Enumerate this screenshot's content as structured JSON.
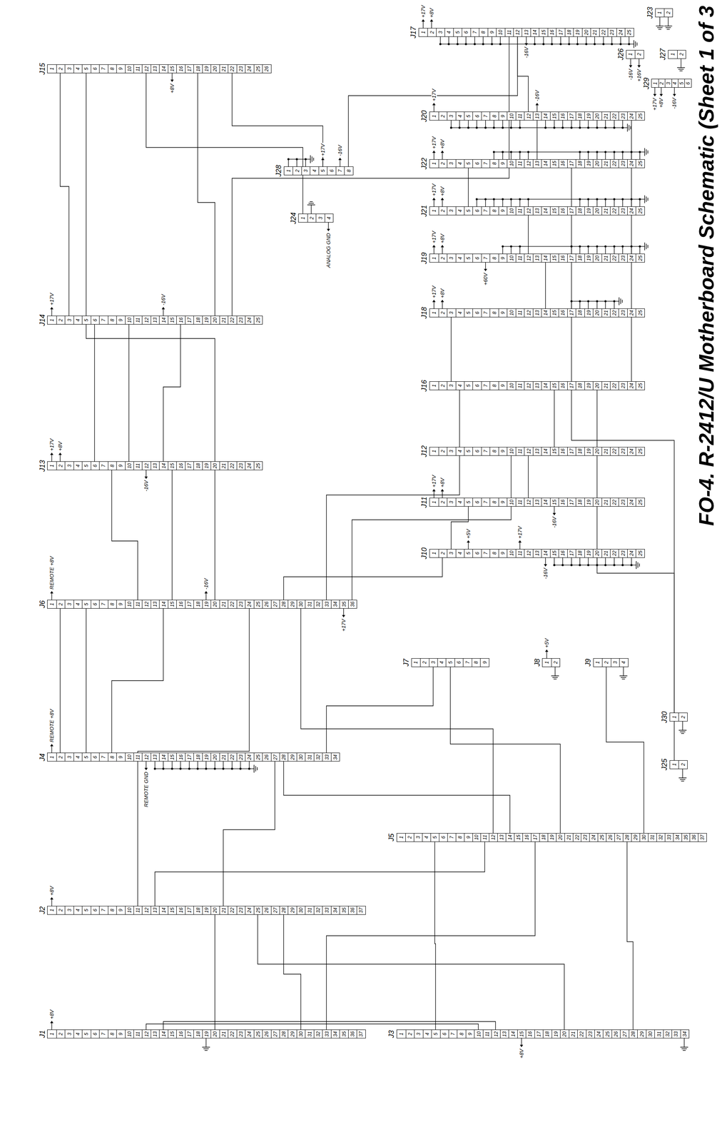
{
  "diagram": {
    "title": "FO-4. R-2412/U Motherboard Schematic (Sheet 1 of 3",
    "nodes": [
      {
        "text": [
          "J23",
          "1",
          "2"
        ]
      },
      {
        "text": [
          "J17",
          "1",
          "2",
          "3",
          "4",
          "5",
          "6",
          "7",
          "8",
          "9",
          "10",
          "11",
          "12",
          "13",
          "14",
          "15",
          "16",
          "17",
          "18",
          "19",
          "20",
          "21",
          "22",
          "23",
          "24",
          "25"
        ]
      },
      {
        "text": [
          "J26",
          "1",
          "2"
        ]
      },
      {
        "text": [
          "J27",
          "1",
          "2"
        ]
      },
      {
        "text": [
          "J15",
          "1",
          "2",
          "3",
          "4",
          "5",
          "6",
          "7",
          "8",
          "9",
          "10",
          "11",
          "12",
          "13",
          "14",
          "15",
          "16",
          "17",
          "18",
          "19",
          "20",
          "21",
          "22",
          "23",
          "24",
          "25",
          "26"
        ]
      },
      {
        "text": [
          "J29",
          "1",
          "2",
          "3",
          "4",
          "5",
          "6"
        ]
      },
      {
        "text": [
          "J20",
          "1",
          "2",
          "3",
          "4",
          "5",
          "6",
          "7",
          "8",
          "9",
          "10",
          "11",
          "12",
          "13",
          "14",
          "15",
          "16",
          "17",
          "18",
          "19",
          "20",
          "21",
          "22",
          "23",
          "24",
          "25"
        ]
      },
      {
        "text": [
          "J22",
          "1",
          "2",
          "3",
          "4",
          "5",
          "6",
          "7",
          "8",
          "9",
          "10",
          "11",
          "12",
          "13",
          "14",
          "15",
          "16",
          "17",
          "18",
          "19",
          "20",
          "21",
          "22",
          "23",
          "24",
          "25"
        ]
      },
      {
        "text": [
          "J28",
          "1",
          "2",
          "3",
          "4",
          "5",
          "6",
          "7",
          "8"
        ]
      },
      {
        "text": [
          "J21",
          "1",
          "2",
          "3",
          "4",
          "5",
          "6",
          "7",
          "8",
          "9",
          "10",
          "11",
          "12",
          "13",
          "14",
          "15",
          "16",
          "17",
          "18",
          "19",
          "20",
          "21",
          "22",
          "23",
          "24",
          "25"
        ]
      },
      {
        "text": [
          "J24",
          "1",
          "2",
          "3",
          "4"
        ]
      },
      {
        "text": [
          "J19",
          "1",
          "2",
          "3",
          "4",
          "5",
          "6",
          "7",
          "8",
          "9",
          "10",
          "11",
          "12",
          "13",
          "14",
          "15",
          "16",
          "17",
          "18",
          "19",
          "20",
          "21",
          "22",
          "23",
          "24",
          "25"
        ]
      },
      {
        "text": [
          "J18",
          "1",
          "2",
          "3",
          "4",
          "5",
          "6",
          "7",
          "8",
          "9",
          "10",
          "11",
          "12",
          "13",
          "14",
          "15",
          "16",
          "17",
          "18",
          "19",
          "20",
          "21",
          "22",
          "23",
          "24",
          "25"
        ]
      },
      {
        "text": [
          "J14",
          "1",
          "2",
          "3",
          "4",
          "5",
          "6",
          "7",
          "8",
          "9",
          "10",
          "11",
          "12",
          "13",
          "14",
          "15",
          "16",
          "17",
          "18",
          "19",
          "20",
          "21",
          "22",
          "23",
          "24",
          "25"
        ]
      },
      {
        "text": [
          "J16",
          "1",
          "2",
          "3",
          "4",
          "5",
          "6",
          "7",
          "8",
          "9",
          "10",
          "11",
          "12",
          "13",
          "14",
          "15",
          "16",
          "17",
          "18",
          "19",
          "20",
          "21",
          "22",
          "23",
          "24",
          "25"
        ]
      },
      {
        "text": [
          "J12",
          "1",
          "2",
          "3",
          "4",
          "5",
          "6",
          "7",
          "8",
          "9",
          "10",
          "11",
          "12",
          "13",
          "14",
          "15",
          "16",
          "17",
          "18",
          "19",
          "20",
          "21",
          "22",
          "23",
          "24",
          "25"
        ]
      },
      {
        "text": [
          "J13",
          "1",
          "2",
          "3",
          "4",
          "5",
          "6",
          "7",
          "8",
          "9",
          "10",
          "11",
          "12",
          "13",
          "14",
          "15",
          "16",
          "17",
          "18",
          "19",
          "20",
          "21",
          "22",
          "23",
          "24",
          "25"
        ]
      },
      {
        "text": [
          "J11",
          "1",
          "2",
          "3",
          "4",
          "5",
          "6",
          "7",
          "8",
          "9",
          "10",
          "11",
          "12",
          "13",
          "14",
          "15",
          "16",
          "17",
          "18",
          "19",
          "20",
          "21",
          "22",
          "23",
          "24",
          "25"
        ]
      },
      {
        "text": [
          "J10",
          "1",
          "2",
          "3",
          "4",
          "5",
          "6",
          "7",
          "8",
          "9",
          "10",
          "11",
          "12",
          "13",
          "14",
          "15",
          "16",
          "17",
          "18",
          "19",
          "20",
          "21",
          "22",
          "23",
          "24",
          "25"
        ]
      },
      {
        "text": [
          "J6",
          "1",
          "2",
          "3",
          "4",
          "5",
          "6",
          "7",
          "8",
          "9",
          "10",
          "11",
          "12",
          "13",
          "14",
          "15",
          "16",
          "17",
          "18",
          "19",
          "20",
          "21",
          "22",
          "23",
          "24",
          "25",
          "26",
          "27",
          "28",
          "29",
          "30",
          "31",
          "32",
          "33",
          "34",
          "35",
          "36"
        ]
      },
      {
        "text": [
          "J7",
          "1",
          "2",
          "3",
          "4",
          "5",
          "6",
          "7",
          "8",
          "9"
        ]
      },
      {
        "text": [
          "J8",
          "1",
          "2"
        ]
      },
      {
        "text": [
          "J9",
          "1",
          "2",
          "3",
          "4"
        ]
      },
      {
        "text": [
          "J30",
          "1",
          "2"
        ]
      },
      {
        "text": [
          "J4",
          "1",
          "2",
          "3",
          "4",
          "5",
          "6",
          "7",
          "8",
          "9",
          "10",
          "11",
          "12",
          "13",
          "14",
          "15",
          "16",
          "17",
          "18",
          "19",
          "20",
          "21",
          "22",
          "23",
          "24",
          "25",
          "26",
          "27",
          "28",
          "29",
          "30",
          "31",
          "32",
          "33",
          "34"
        ]
      },
      {
        "text": [
          "J25",
          "1",
          "2"
        ]
      },
      {
        "text": [
          "J5",
          "1",
          "2",
          "3",
          "4",
          "5",
          "6",
          "7",
          "8",
          "9",
          "10",
          "11",
          "12",
          "13",
          "14",
          "15",
          "16",
          "17",
          "18",
          "19",
          "20",
          "21",
          "22",
          "23",
          "24",
          "25",
          "26",
          "27",
          "28",
          "29",
          "30",
          "31",
          "32",
          "33",
          "34",
          "35",
          "36",
          "37"
        ]
      },
      {
        "text": [
          "J2",
          "1",
          "2",
          "3",
          "4",
          "5",
          "6",
          "7",
          "8",
          "9",
          "10",
          "11",
          "12",
          "13",
          "14",
          "15",
          "16",
          "17",
          "18",
          "19",
          "20",
          "21",
          "22",
          "23",
          "24",
          "25",
          "26",
          "27",
          "28",
          "29",
          "30",
          "31",
          "32",
          "33",
          "34",
          "35",
          "36",
          "37"
        ]
      },
      {
        "text": [
          "J1",
          "1",
          "2",
          "3",
          "4",
          "5",
          "6",
          "7",
          "8",
          "9",
          "10",
          "11",
          "12",
          "13",
          "14",
          "15",
          "16",
          "17",
          "18",
          "19",
          "20",
          "21",
          "22",
          "23",
          "24",
          "25",
          "26",
          "27",
          "28",
          "29",
          "30",
          "31",
          "32",
          "33",
          "34",
          "35",
          "36",
          "37"
        ]
      },
      {
        "text": [
          "J3",
          "1",
          "2",
          "3",
          "4",
          "5",
          "6",
          "7",
          "8",
          "9",
          "10",
          "11",
          "12",
          "13",
          "14",
          "15",
          "16",
          "17",
          "18",
          "19",
          "20",
          "21",
          "22",
          "23",
          "24",
          "25",
          "26",
          "27",
          "28",
          "29",
          "30",
          "31",
          "32",
          "33",
          "34"
        ]
      }
    ],
    "edges": [
      {
        "from": 28,
        "to": 29,
        "arrow": "none"
      },
      {
        "from": 28,
        "to": 29,
        "arrow": "none"
      },
      {
        "from": 28,
        "to": 27,
        "arrow": "none"
      },
      {
        "from": 28,
        "to": 27,
        "arrow": "none"
      },
      {
        "from": 28,
        "to": 26,
        "arrow": "none"
      },
      {
        "from": 27,
        "to": 26,
        "arrow": "none"
      },
      {
        "from": 27,
        "to": 24,
        "arrow": "none"
      },
      {
        "from": 27,
        "to": 19,
        "arrow": "none"
      },
      {
        "from": 27,
        "to": 29,
        "arrow": "none"
      },
      {
        "from": 29,
        "to": 26,
        "arrow": "none"
      },
      {
        "from": 29,
        "to": 26,
        "arrow": "none"
      },
      {
        "from": 24,
        "to": 19,
        "arrow": "none"
      },
      {
        "from": 24,
        "to": 19,
        "arrow": "none"
      },
      {
        "from": 24,
        "to": 19,
        "arrow": "none"
      },
      {
        "from": 24,
        "to": 26,
        "arrow": "none"
      },
      {
        "from": 24,
        "to": 20,
        "arrow": "none"
      },
      {
        "from": 26,
        "to": 20,
        "arrow": "none"
      },
      {
        "from": 26,
        "to": 22,
        "arrow": "none"
      },
      {
        "from": 26,
        "to": 19,
        "arrow": "none"
      },
      {
        "from": 19,
        "to": 16,
        "arrow": "none"
      },
      {
        "from": 19,
        "to": 13,
        "arrow": "none"
      },
      {
        "from": 19,
        "to": 4,
        "arrow": "none"
      },
      {
        "from": 19,
        "to": 14,
        "arrow": "none"
      },
      {
        "from": 19,
        "to": 18,
        "arrow": "none"
      },
      {
        "from": 16,
        "to": 13,
        "arrow": "none"
      },
      {
        "from": 16,
        "to": 13,
        "arrow": "none"
      },
      {
        "from": 13,
        "to": 4,
        "arrow": "none"
      },
      {
        "from": 13,
        "to": 4,
        "arrow": "none"
      },
      {
        "from": 4,
        "to": 8,
        "arrow": "none"
      },
      {
        "from": 4,
        "to": 10,
        "arrow": "none"
      },
      {
        "from": 13,
        "to": 1,
        "arrow": "none"
      },
      {
        "from": 14,
        "to": 12,
        "arrow": "none"
      },
      {
        "from": 14,
        "to": 15,
        "arrow": "none"
      },
      {
        "from": 15,
        "to": 17,
        "arrow": "none"
      },
      {
        "from": 17,
        "to": 18,
        "arrow": "none"
      },
      {
        "from": 12,
        "to": 11,
        "arrow": "none"
      },
      {
        "from": 11,
        "to": 9,
        "arrow": "none"
      },
      {
        "from": 9,
        "to": 7,
        "arrow": "none"
      },
      {
        "from": 7,
        "to": 6,
        "arrow": "none"
      },
      {
        "from": 6,
        "to": 1,
        "arrow": "none"
      },
      {
        "from": 7,
        "to": 23,
        "arrow": "none"
      },
      {
        "from": 14,
        "to": 25,
        "arrow": "none"
      },
      {
        "from": 6,
        "to": 14,
        "arrow": "none"
      },
      {
        "from": 1,
        "to": 8,
        "arrow": "none"
      },
      {
        "from": 19,
        "to": 15,
        "arrow": "none"
      }
    ],
    "labels": [
      "+8V",
      "+8V",
      "+8V",
      "REMOTE +8V",
      "REMOTE GND",
      "REMOTE +8V",
      "-16V",
      "+17V",
      "+5V",
      "+5V",
      "+17V",
      "-16V",
      "+17V",
      "+8V",
      "-16V",
      "+17V",
      "+8V",
      "-16V",
      "+17V",
      "-16V",
      "+8V",
      "+17V",
      "-16V",
      "ANALOG GND",
      "+17V",
      "+8V",
      "-16V",
      "+17V",
      "-16V",
      "+17V",
      "+8V",
      "+17V",
      "+8V",
      "+17V",
      "+8V",
      "+60V",
      "+17V",
      "+8V",
      "-16V",
      "+16V",
      "+17V",
      "+8V",
      "-16V"
    ]
  }
}
